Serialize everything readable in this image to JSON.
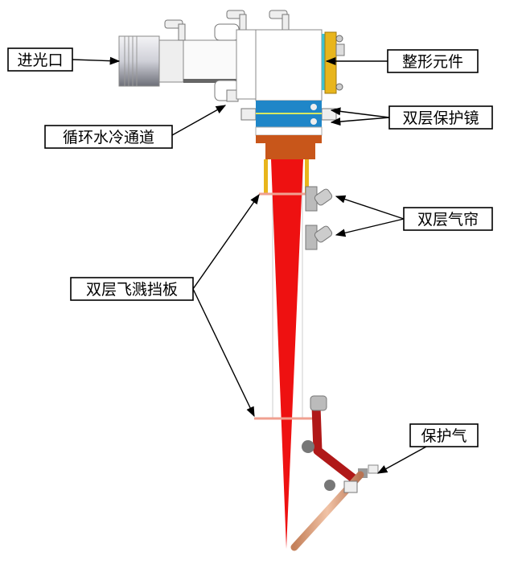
{
  "labels": {
    "light_inlet": "进光口",
    "shaping_element": "整形元件",
    "double_protective_lens": "双层保护镜",
    "water_cooling_channel": "循环水冷通道",
    "double_air_curtain": "双层气帘",
    "double_splash_baffle": "双层飞溅挡板",
    "shielding_gas": "保护气"
  },
  "colors": {
    "laser_beam": "#ee1111",
    "lens_band": "#1f86c8",
    "shaping_plate": "#e8b51c",
    "cooling_block": "#c8561a",
    "arm": "#b01818",
    "gas_pipe": "#d99a72"
  }
}
